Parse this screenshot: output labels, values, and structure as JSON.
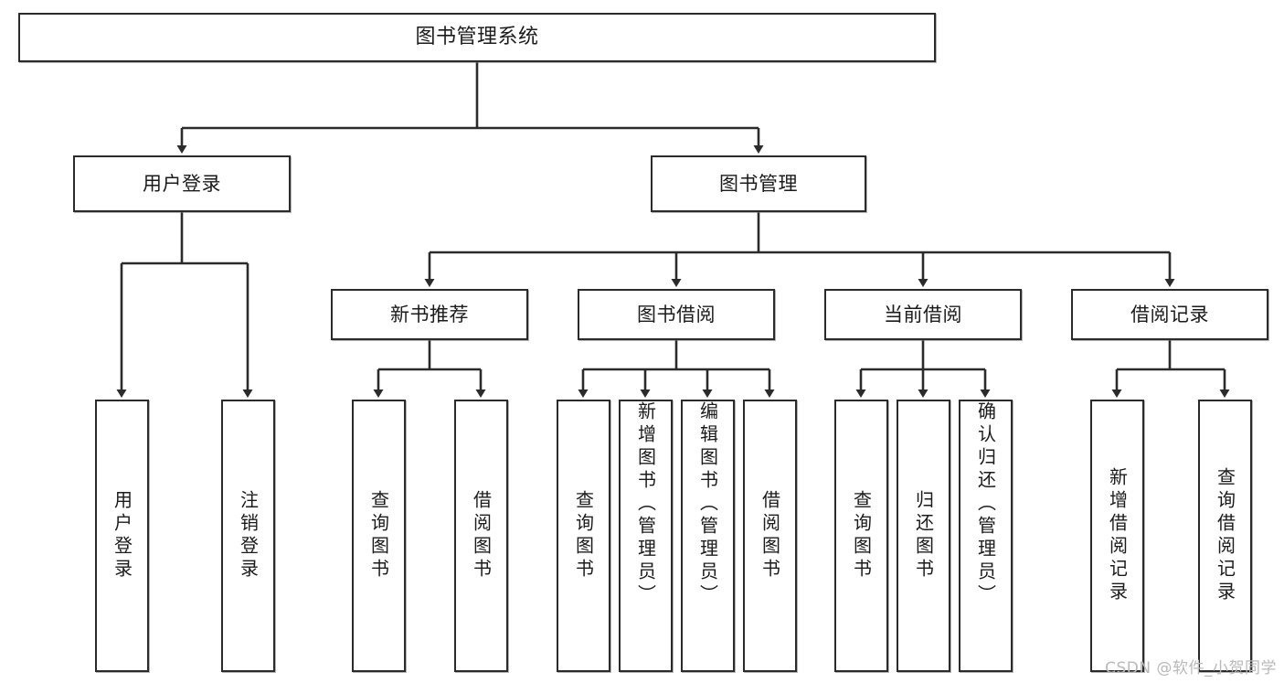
{
  "diagram": {
    "title": "图书管理系统",
    "type": "tree-hierarchy-chart",
    "watermark": "CSDN @软件_小贺同学",
    "colors": {
      "stroke": "#2b2b2b",
      "fill": "#ffffff",
      "text": "#1b1b1b",
      "watermark": "#b9b9b9"
    },
    "nodes": {
      "root": {
        "label": "图书管理系统"
      },
      "level2": [
        {
          "id": "user-login",
          "label": "用户登录"
        },
        {
          "id": "book-manage",
          "label": "图书管理"
        }
      ],
      "level3": [
        {
          "id": "new-book-rec",
          "label": "新书推荐"
        },
        {
          "id": "book-borrow",
          "label": "图书借阅"
        },
        {
          "id": "current-borrow",
          "label": "当前借阅"
        },
        {
          "id": "borrow-record",
          "label": "借阅记录"
        }
      ],
      "leaves": {
        "user-login": [
          {
            "id": "leaf-user-login",
            "label": "用户登录"
          },
          {
            "id": "leaf-user-logout",
            "label": "注销登录"
          }
        ],
        "new-book-rec": [
          {
            "id": "leaf-query-book-1",
            "label": "查询图书"
          },
          {
            "id": "leaf-borrow-book-1",
            "label": "借阅图书"
          }
        ],
        "book-borrow": [
          {
            "id": "leaf-query-book-2",
            "label": "查询图书"
          },
          {
            "id": "leaf-add-book",
            "label": "新增图书（管理员）"
          },
          {
            "id": "leaf-edit-book",
            "label": "编辑图书（管理员）"
          },
          {
            "id": "leaf-borrow-book-2",
            "label": "借阅图书"
          }
        ],
        "current-borrow": [
          {
            "id": "leaf-query-book-3",
            "label": "查询图书"
          },
          {
            "id": "leaf-return-book",
            "label": "归还图书"
          },
          {
            "id": "leaf-confirm-return",
            "label": "确认归还（管理员）"
          }
        ],
        "borrow-record": [
          {
            "id": "leaf-add-record",
            "label": "新增借阅记录"
          },
          {
            "id": "leaf-query-record",
            "label": "查询借阅记录"
          }
        ]
      }
    }
  }
}
